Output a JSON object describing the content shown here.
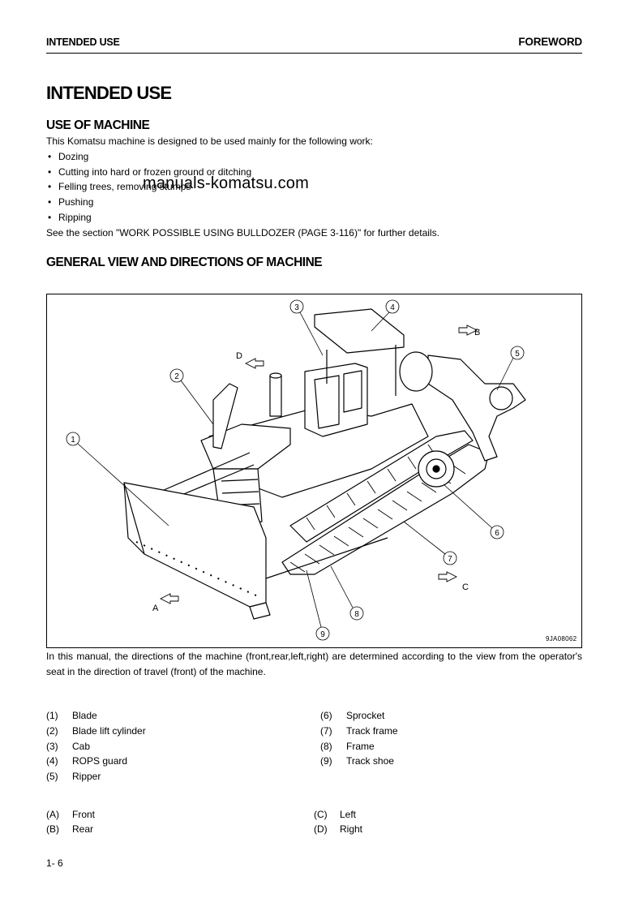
{
  "header": {
    "section": "INTENDED USE",
    "chapter": "FOREWORD"
  },
  "title": "INTENDED USE",
  "use_of_machine": {
    "heading": "USE OF MACHINE",
    "intro": "This Komatsu machine is designed to be used mainly for the following work:",
    "bullets": [
      "Dozing",
      "Cutting into hard or frozen ground or ditching",
      "Felling trees, removing stumps",
      "Pushing",
      "Ripping"
    ],
    "see_also": "See the section \"WORK POSSIBLE USING BULLDOZER (PAGE 3-116)\" for further details."
  },
  "watermark": "manuals-komatsu.com",
  "general_view": {
    "heading": "GENERAL VIEW AND DIRECTIONS OF MACHINE",
    "figure_code": "9JA08062",
    "callouts": [
      "1",
      "2",
      "3",
      "4",
      "5",
      "6",
      "7",
      "8",
      "9"
    ],
    "directions": [
      "A",
      "B",
      "C",
      "D"
    ],
    "description": "In this manual, the directions of the machine (front,rear,left,right) are determined according to the view from the operator's seat in the direction of travel (front) of the machine."
  },
  "parts": [
    {
      "num": "(1)",
      "name": "Blade"
    },
    {
      "num": "(2)",
      "name": "Blade lift cylinder"
    },
    {
      "num": "(3)",
      "name": "Cab"
    },
    {
      "num": "(4)",
      "name": "ROPS guard"
    },
    {
      "num": "(5)",
      "name": "Ripper"
    },
    {
      "num": "(6)",
      "name": "Sprocket"
    },
    {
      "num": "(7)",
      "name": "Track frame"
    },
    {
      "num": "(8)",
      "name": "Frame"
    },
    {
      "num": "(9)",
      "name": "Track shoe"
    }
  ],
  "direction_labels": [
    {
      "num": "(A)",
      "name": "Front"
    },
    {
      "num": "(B)",
      "name": "Rear"
    },
    {
      "num": "(C)",
      "name": "Left"
    },
    {
      "num": "(D)",
      "name": "Right"
    }
  ],
  "page_number": "1- 6"
}
